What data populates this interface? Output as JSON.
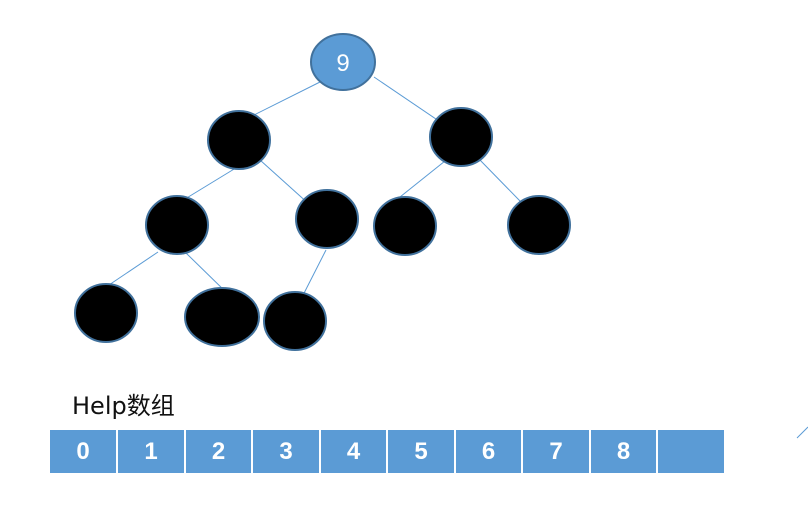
{
  "tree": {
    "root_label": "9",
    "root_color": "#5b9bd5",
    "hidden_node_color": "#000000",
    "node_border_color": "#41719c",
    "edge_color": "#5b9bd5"
  },
  "help": {
    "label": "Help数组",
    "cells": [
      "0",
      "1",
      "2",
      "3",
      "4",
      "5",
      "6",
      "7",
      "8",
      ""
    ],
    "cell_color": "#5b9bd5"
  }
}
